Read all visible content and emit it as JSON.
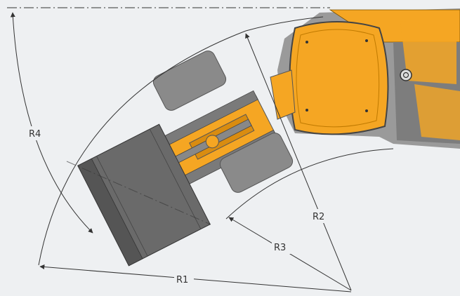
{
  "labels": {
    "r1": "R1",
    "r2": "R2",
    "r3": "R3",
    "r4": "R4"
  },
  "colors": {
    "background": "#eef0f2",
    "machine_body": "#f5a623",
    "machine_dark": "#555555",
    "bucket": "#666666",
    "tire": "#8a8a8a",
    "line": "#333333"
  }
}
